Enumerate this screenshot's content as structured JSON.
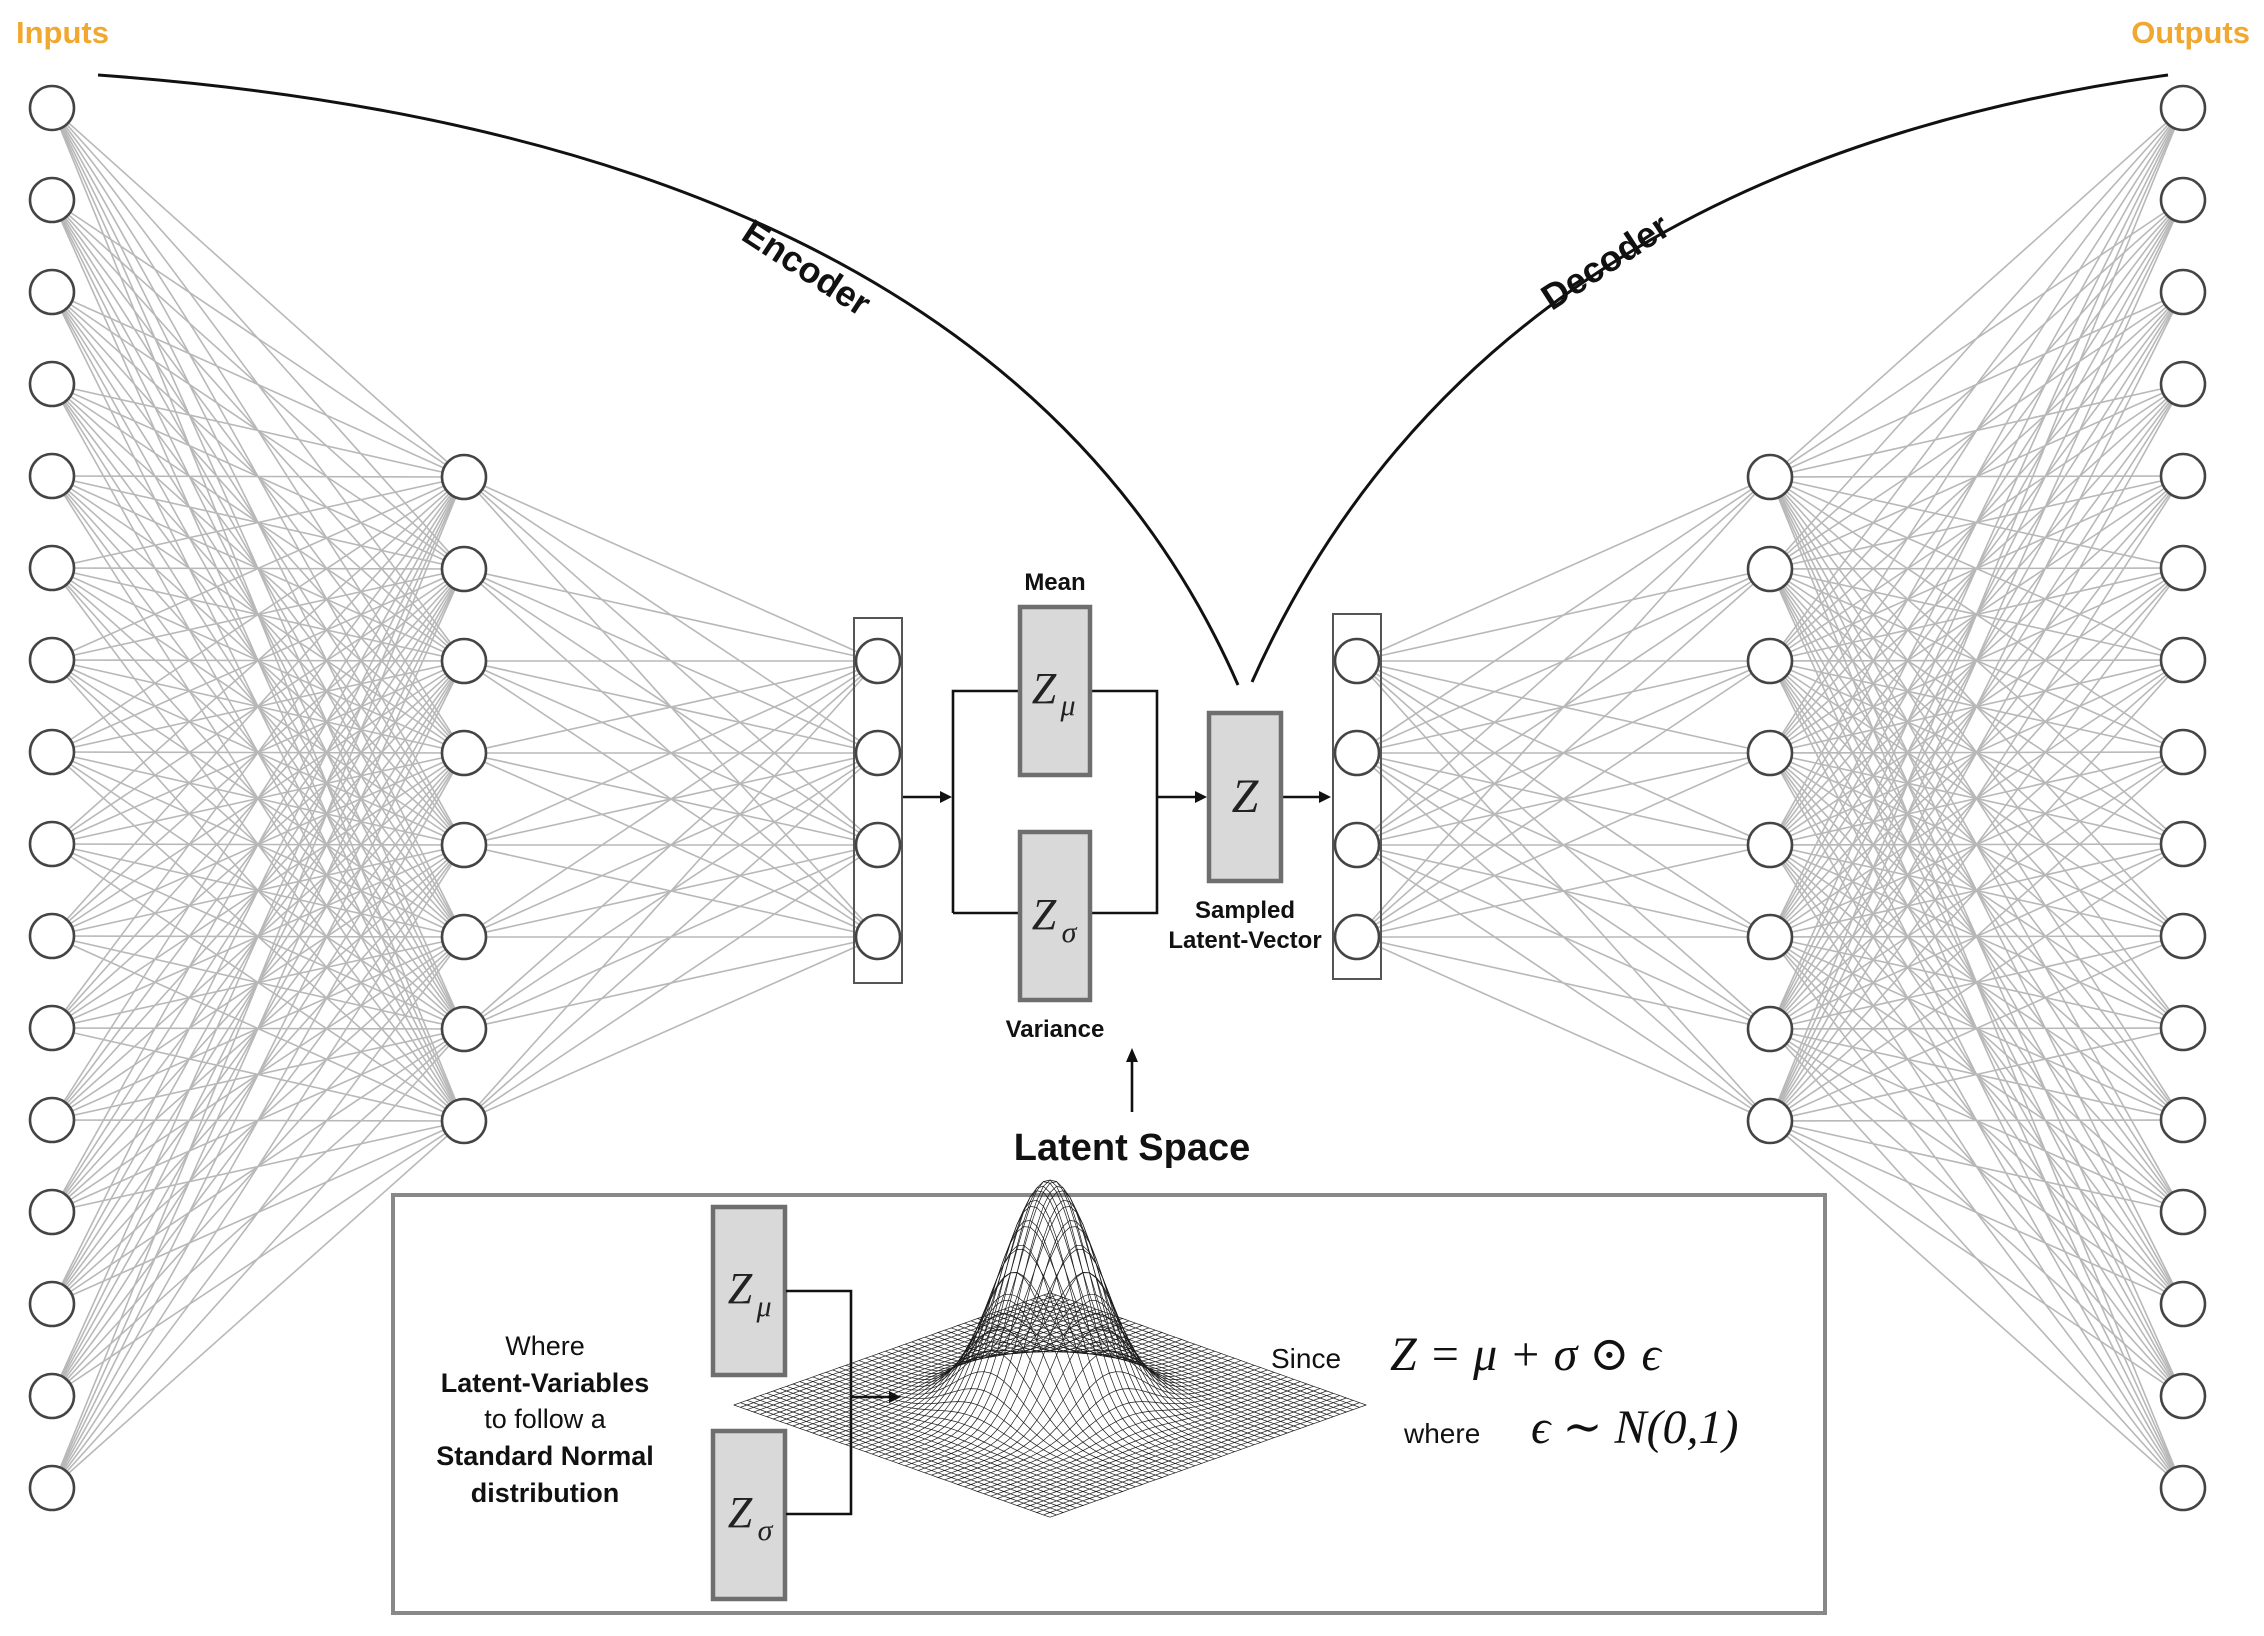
{
  "diagram": {
    "labels": {
      "inputs": "Inputs",
      "outputs": "Outputs",
      "encoder": "Encoder",
      "decoder": "Decoder",
      "mean": "Mean",
      "variance": "Variance",
      "sampled_line1": "Sampled",
      "sampled_line2": "Latent-Vector",
      "latent_space": "Latent Space"
    },
    "symbols": {
      "z": "Z",
      "mu": "μ",
      "sigma": "σ"
    },
    "layers": {
      "input_nodes": 16,
      "encoder_hidden_nodes": 8,
      "encoder_bottleneck_nodes": 4,
      "decoder_bottleneck_nodes": 4,
      "decoder_hidden_nodes": 8,
      "output_nodes": 16
    },
    "colors": {
      "io_label": "#f0a830",
      "box_fill": "#d9d9d9",
      "box_stroke": "#6e6e6e",
      "edge": "#b8b8b8",
      "panel_border": "#888888"
    },
    "panel": {
      "text_line1": "Where",
      "text_line2": "Latent-Variables",
      "text_line3": "to follow a",
      "text_line4": "Standard Normal",
      "text_line5": "distribution",
      "since": "Since",
      "equation1": "Z = μ + σ ⊙ ϵ",
      "where": "where",
      "equation2": "ϵ ∼ N(0,1)"
    }
  }
}
